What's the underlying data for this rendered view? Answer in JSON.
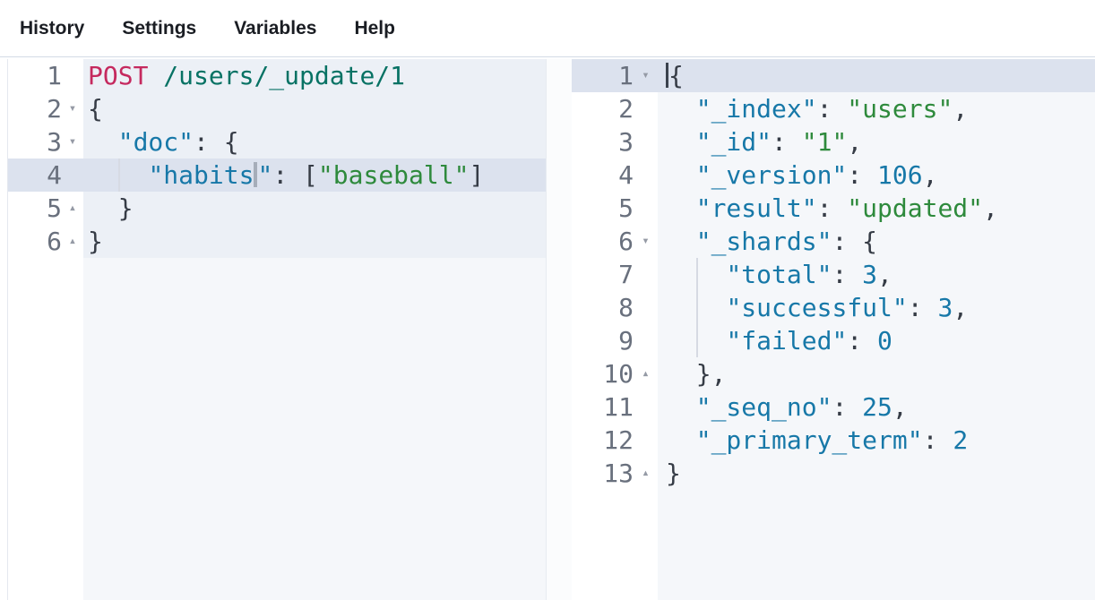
{
  "menu": {
    "items": [
      {
        "label": "History"
      },
      {
        "label": "Settings"
      },
      {
        "label": "Variables"
      },
      {
        "label": "Help"
      }
    ]
  },
  "colors": {
    "method": "#c5295e",
    "url": "#077264",
    "key": "#1778a8",
    "str": "#2e8a3c",
    "num": "#1778a8",
    "punct": "#363c46",
    "play": "#00756b",
    "wrench": "#2173b5",
    "ln": "#69707d",
    "fold": "#959aa5",
    "editor_bg": "#f5f7fa",
    "band": "#ecf0f6",
    "active": "#dce2ee",
    "gutter": "#ffffff",
    "menu": "#1a1d23",
    "border": "#d3dae6",
    "guide": "#d6dae3",
    "cursor_active": "#3b424d",
    "cursor_inactive": "#a6adb9"
  },
  "icons": {
    "fold_down": "▾",
    "fold_up": "▴"
  },
  "request_editor": {
    "lines": [
      {
        "num": "1",
        "band": true,
        "icons": true,
        "tokens": [
          {
            "t": "method",
            "v": "POST"
          },
          {
            "t": "punct",
            "v": " "
          },
          {
            "t": "url",
            "v": "/users/_update/1"
          }
        ]
      },
      {
        "num": "2",
        "band": true,
        "fold": "down",
        "tokens": [
          {
            "t": "punct",
            "v": "{"
          }
        ]
      },
      {
        "num": "3",
        "band": true,
        "fold": "down",
        "tokens": [
          {
            "t": "punct",
            "v": "  "
          },
          {
            "t": "key",
            "v": "\"doc\""
          },
          {
            "t": "punct",
            "v": ": {"
          }
        ]
      },
      {
        "num": "4",
        "band": true,
        "active": true,
        "guide_col": 2,
        "tokens": [
          {
            "t": "punct",
            "v": "    "
          },
          {
            "t": "key",
            "v": "\"habits"
          },
          {
            "t": "cursor",
            "v": ""
          },
          {
            "t": "key",
            "v": "\""
          },
          {
            "t": "punct",
            "v": ": ["
          },
          {
            "t": "str",
            "v": "\"baseball\""
          },
          {
            "t": "punct",
            "v": "]"
          }
        ]
      },
      {
        "num": "5",
        "band": true,
        "fold": "up",
        "tokens": [
          {
            "t": "punct",
            "v": "  }"
          }
        ]
      },
      {
        "num": "6",
        "band": true,
        "fold": "up",
        "tokens": [
          {
            "t": "punct",
            "v": "}"
          }
        ]
      }
    ]
  },
  "response_editor": {
    "lines": [
      {
        "num": "1",
        "fold": "down",
        "active": true,
        "tokens": [
          {
            "t": "cursor",
            "v": ""
          },
          {
            "t": "punct",
            "v": "{"
          }
        ]
      },
      {
        "num": "2",
        "tokens": [
          {
            "t": "punct",
            "v": "  "
          },
          {
            "t": "key",
            "v": "\"_index\""
          },
          {
            "t": "punct",
            "v": ": "
          },
          {
            "t": "str",
            "v": "\"users\""
          },
          {
            "t": "punct",
            "v": ","
          }
        ]
      },
      {
        "num": "3",
        "tokens": [
          {
            "t": "punct",
            "v": "  "
          },
          {
            "t": "key",
            "v": "\"_id\""
          },
          {
            "t": "punct",
            "v": ": "
          },
          {
            "t": "str",
            "v": "\"1\""
          },
          {
            "t": "punct",
            "v": ","
          }
        ]
      },
      {
        "num": "4",
        "tokens": [
          {
            "t": "punct",
            "v": "  "
          },
          {
            "t": "key",
            "v": "\"_version\""
          },
          {
            "t": "punct",
            "v": ": "
          },
          {
            "t": "num",
            "v": "106"
          },
          {
            "t": "punct",
            "v": ","
          }
        ]
      },
      {
        "num": "5",
        "tokens": [
          {
            "t": "punct",
            "v": "  "
          },
          {
            "t": "key",
            "v": "\"result\""
          },
          {
            "t": "punct",
            "v": ": "
          },
          {
            "t": "str",
            "v": "\"updated\""
          },
          {
            "t": "punct",
            "v": ","
          }
        ]
      },
      {
        "num": "6",
        "fold": "down",
        "tokens": [
          {
            "t": "punct",
            "v": "  "
          },
          {
            "t": "key",
            "v": "\"_shards\""
          },
          {
            "t": "punct",
            "v": ": {"
          }
        ]
      },
      {
        "num": "7",
        "guide_col": 2,
        "tokens": [
          {
            "t": "punct",
            "v": "    "
          },
          {
            "t": "key",
            "v": "\"total\""
          },
          {
            "t": "punct",
            "v": ": "
          },
          {
            "t": "num",
            "v": "3"
          },
          {
            "t": "punct",
            "v": ","
          }
        ]
      },
      {
        "num": "8",
        "guide_col": 2,
        "tokens": [
          {
            "t": "punct",
            "v": "    "
          },
          {
            "t": "key",
            "v": "\"successful\""
          },
          {
            "t": "punct",
            "v": ": "
          },
          {
            "t": "num",
            "v": "3"
          },
          {
            "t": "punct",
            "v": ","
          }
        ]
      },
      {
        "num": "9",
        "guide_col": 2,
        "tokens": [
          {
            "t": "punct",
            "v": "    "
          },
          {
            "t": "key",
            "v": "\"failed\""
          },
          {
            "t": "punct",
            "v": ": "
          },
          {
            "t": "num",
            "v": "0"
          }
        ]
      },
      {
        "num": "10",
        "fold": "up",
        "tokens": [
          {
            "t": "punct",
            "v": "  },"
          }
        ]
      },
      {
        "num": "11",
        "tokens": [
          {
            "t": "punct",
            "v": "  "
          },
          {
            "t": "key",
            "v": "\"_seq_no\""
          },
          {
            "t": "punct",
            "v": ": "
          },
          {
            "t": "num",
            "v": "25"
          },
          {
            "t": "punct",
            "v": ","
          }
        ]
      },
      {
        "num": "12",
        "tokens": [
          {
            "t": "punct",
            "v": "  "
          },
          {
            "t": "key",
            "v": "\"_primary_term\""
          },
          {
            "t": "punct",
            "v": ": "
          },
          {
            "t": "num",
            "v": "2"
          }
        ]
      },
      {
        "num": "13",
        "fold": "up",
        "tokens": [
          {
            "t": "punct",
            "v": "}"
          }
        ]
      }
    ]
  }
}
